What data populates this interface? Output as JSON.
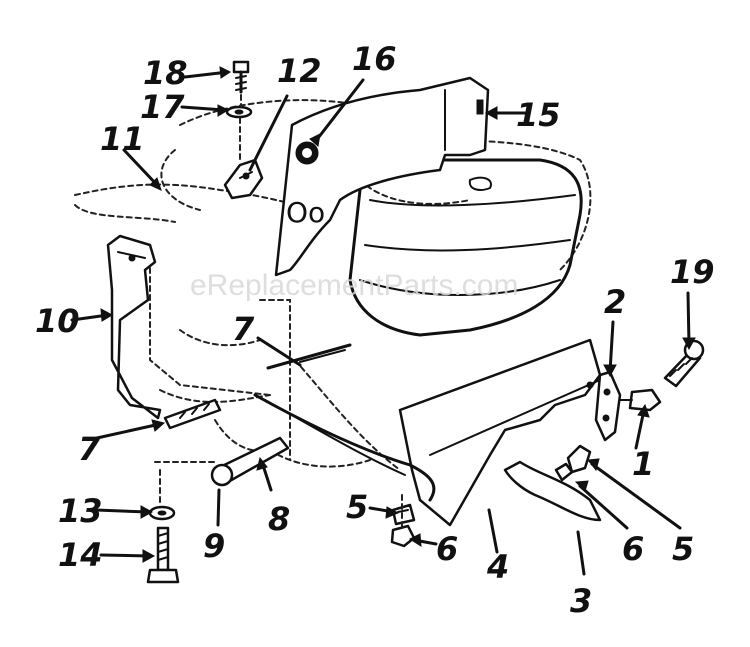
{
  "watermark": "eReplacementParts.com",
  "callouts": [
    {
      "id": "1",
      "label": "1"
    },
    {
      "id": "2",
      "label": "2"
    },
    {
      "id": "3",
      "label": "3"
    },
    {
      "id": "4",
      "label": "4"
    },
    {
      "id": "5a",
      "label": "5"
    },
    {
      "id": "5b",
      "label": "5"
    },
    {
      "id": "6a",
      "label": "6"
    },
    {
      "id": "6b",
      "label": "6"
    },
    {
      "id": "7a",
      "label": "7"
    },
    {
      "id": "7b",
      "label": "7"
    },
    {
      "id": "8",
      "label": "8"
    },
    {
      "id": "9",
      "label": "9"
    },
    {
      "id": "10",
      "label": "10"
    },
    {
      "id": "11",
      "label": "11"
    },
    {
      "id": "12",
      "label": "12"
    },
    {
      "id": "13",
      "label": "13"
    },
    {
      "id": "14",
      "label": "14"
    },
    {
      "id": "15",
      "label": "15"
    },
    {
      "id": "16",
      "label": "16"
    },
    {
      "id": "17",
      "label": "17"
    },
    {
      "id": "18",
      "label": "18"
    },
    {
      "id": "19",
      "label": "19"
    }
  ],
  "shield_marking": "Oo"
}
